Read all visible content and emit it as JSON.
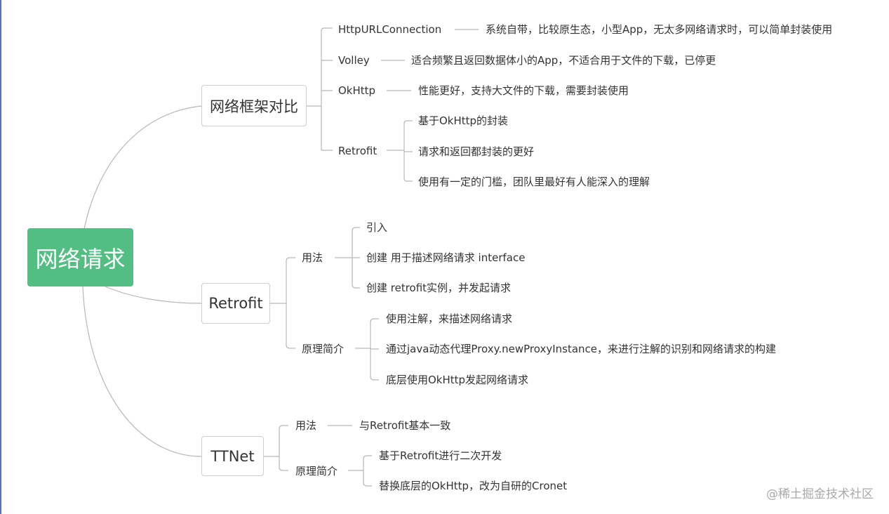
{
  "root": "网络请求",
  "branches": [
    {
      "title": "网络框架对比",
      "children": [
        {
          "label": "HttpURLConnection",
          "note": "系统自带，比较原生态，小型App，无太多网络请求时，可以简单封装使用"
        },
        {
          "label": "Volley",
          "note": "适合频繁且返回数据体小的App，不适合用于文件的下载，已停更"
        },
        {
          "label": "OkHttp",
          "note": "性能更好，支持大文件的下载，需要封装使用"
        },
        {
          "label": "Retrofit",
          "items": [
            "基于OkHttp的封装",
            "请求和返回都封装的更好",
            "使用有一定的门槛，团队里最好有人能深入的理解"
          ]
        }
      ]
    },
    {
      "title": "Retrofit",
      "children": [
        {
          "label": "用法",
          "items": [
            "引入",
            "创建 用于描述网络请求 interface",
            "创建 retrofit实例，并发起请求"
          ]
        },
        {
          "label": "原理简介",
          "items": [
            "使用注解，来描述网络请求",
            "通过java动态代理Proxy.newProxyInstance，来进行注解的识别和网络请求的构建",
            "底层使用OkHttp发起网络请求"
          ]
        }
      ]
    },
    {
      "title": "TTNet",
      "children": [
        {
          "label": "用法",
          "note": "与Retrofit基本一致"
        },
        {
          "label": "原理简介",
          "items": [
            "基于Retrofit进行二次开发",
            "替换底层的OkHttp，改为自研的Cronet"
          ]
        }
      ]
    }
  ],
  "watermark": "@稀土掘金技术社区",
  "colors": {
    "root_fill": "#52be82",
    "line": "#b7b7b7",
    "node_border": "#cfcfcf",
    "edge_accent": "#5b6fc4"
  }
}
